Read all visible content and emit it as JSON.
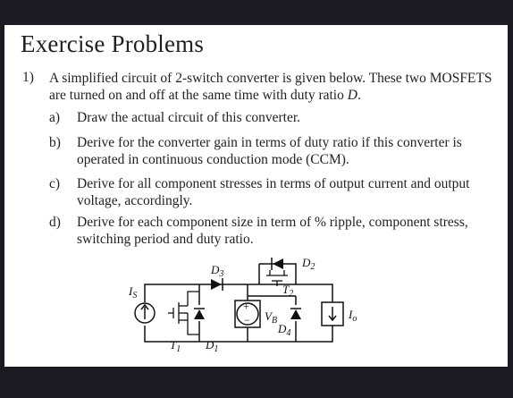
{
  "title": "Exercise Problems",
  "question": {
    "number": "1)",
    "text_before": "A simplified circuit of 2-switch converter is given below. These two MOSFETS are turned on and off at the same time with duty ratio ",
    "duty_symbol": "D",
    "text_after": "."
  },
  "parts": [
    {
      "label": "a)",
      "text": "Draw the actual circuit of this converter."
    },
    {
      "label": "b)",
      "text": "Derive for the converter gain in terms of duty ratio if this converter is operated in continuous conduction mode (CCM)."
    },
    {
      "label": "c)",
      "text": "Derive for all component stresses in terms of output current and output voltage, accordingly."
    },
    {
      "label": "d)",
      "text": "Derive for each component size in term of % ripple, component stress, switching period and duty ratio."
    }
  ],
  "circuit": {
    "labels": {
      "is": {
        "main": "I",
        "sub": "S"
      },
      "t1": {
        "main": "T",
        "sub": "1"
      },
      "d1": {
        "main": "D",
        "sub": "1"
      },
      "d3": {
        "main": "D",
        "sub": "3"
      },
      "d2": {
        "main": "D",
        "sub": "2"
      },
      "t2": {
        "main": "T",
        "sub": "2"
      },
      "vb": {
        "main": "V",
        "sub": "B"
      },
      "d4": {
        "main": "D",
        "sub": "4"
      },
      "io": {
        "main": "I",
        "sub": "o"
      }
    },
    "plus": "+",
    "minus": "−"
  }
}
